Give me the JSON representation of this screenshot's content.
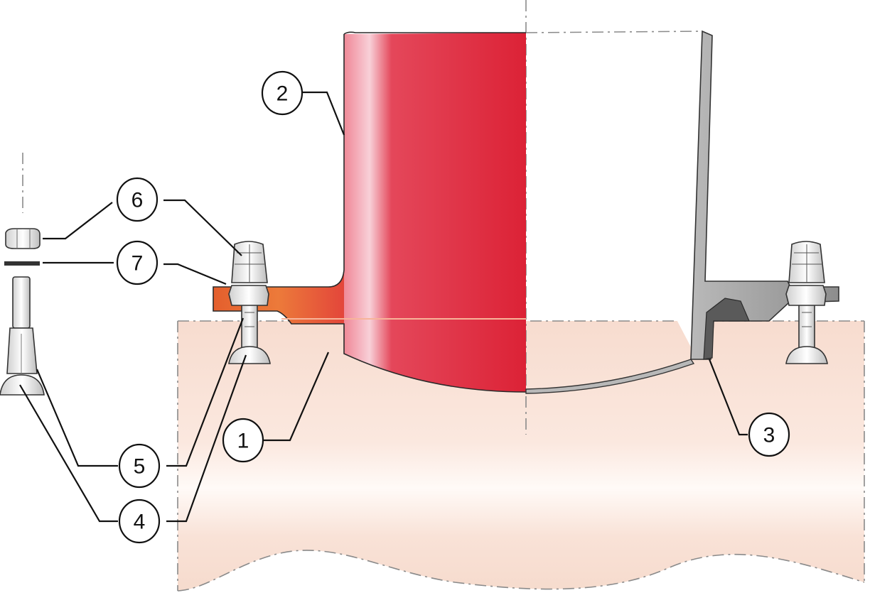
{
  "callouts": [
    {
      "id": "1",
      "label": "1"
    },
    {
      "id": "2",
      "label": "2"
    },
    {
      "id": "3",
      "label": "3"
    },
    {
      "id": "4",
      "label": "4"
    },
    {
      "id": "5",
      "label": "5"
    },
    {
      "id": "6",
      "label": "6"
    },
    {
      "id": "7",
      "label": "7"
    }
  ],
  "colors": {
    "main_pipe": "#f9e4da",
    "collar_red": "#dd2a3a",
    "collar_orange": "#ea5a2a",
    "section_grey": "#9a9a9a",
    "section_dark": "#5d5d5d",
    "bolt_light": "#f4f4f4"
  }
}
